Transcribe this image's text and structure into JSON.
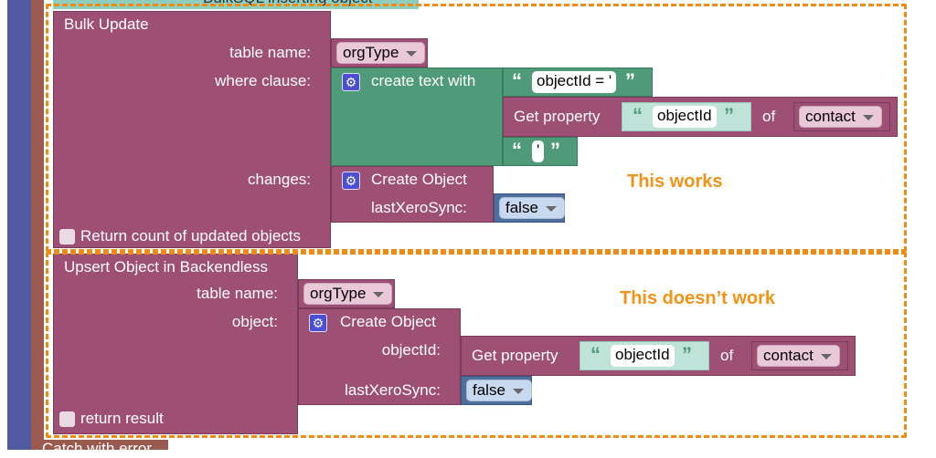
{
  "top_partial": {
    "text": "BulkSQL inserting object"
  },
  "bulk_update": {
    "title": "Bulk Update",
    "table_name_label": "table name:",
    "table_name_value": "orgType",
    "where_label": "where clause:",
    "create_text_label": "create text with",
    "text_objectid_eq": "objectId = '",
    "get_property_label": "Get property",
    "property_name": "objectId",
    "of_label": "of",
    "contact_value": "contact",
    "quote_char": "'",
    "changes_label": "changes:",
    "create_object_label": "Create Object",
    "last_sync_label": "lastXeroSync:",
    "false_value": "false",
    "return_count_label": "Return count of updated objects"
  },
  "upsert": {
    "title": "Upsert Object in Backendless",
    "table_name_label": "table name:",
    "table_name_value": "orgType",
    "object_label": "object:",
    "create_object_label": "Create Object",
    "objectid_label": "objectId:",
    "get_property_label": "Get property",
    "property_name": "objectId",
    "of_label": "of",
    "contact_value": "contact",
    "last_sync_label": "lastXeroSync:",
    "false_value": "false",
    "return_result_label": "return result"
  },
  "annotations": {
    "works": "This works",
    "doesnt": "This doesn’t work"
  },
  "catch_block": {
    "label": "Catch with error"
  },
  "colors": {
    "block": "#9e4f74",
    "text_block": "#4f9a78",
    "logic_block": "#4e6f9e",
    "annotation": "#f29316",
    "left_rail": "#4f5aa0"
  }
}
